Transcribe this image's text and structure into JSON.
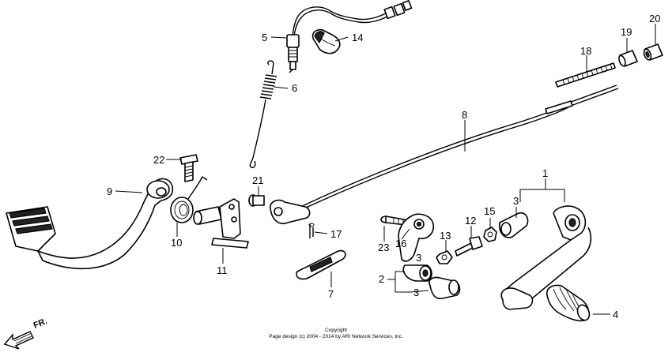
{
  "diagram": {
    "callouts": [
      {
        "id": "c1",
        "label": "1"
      },
      {
        "id": "c2",
        "label": "2"
      },
      {
        "id": "c3a",
        "label": "3"
      },
      {
        "id": "c3b",
        "label": "3"
      },
      {
        "id": "c3c",
        "label": "3"
      },
      {
        "id": "c4",
        "label": "4"
      },
      {
        "id": "c5",
        "label": "5"
      },
      {
        "id": "c6",
        "label": "6"
      },
      {
        "id": "c7",
        "label": "7"
      },
      {
        "id": "c8",
        "label": "8"
      },
      {
        "id": "c9",
        "label": "9"
      },
      {
        "id": "c10",
        "label": "10"
      },
      {
        "id": "c11",
        "label": "11"
      },
      {
        "id": "c12",
        "label": "12"
      },
      {
        "id": "c13",
        "label": "13"
      },
      {
        "id": "c14",
        "label": "14"
      },
      {
        "id": "c15",
        "label": "15"
      },
      {
        "id": "c16",
        "label": "16"
      },
      {
        "id": "c17",
        "label": "17"
      },
      {
        "id": "c18",
        "label": "18"
      },
      {
        "id": "c19",
        "label": "19"
      },
      {
        "id": "c20",
        "label": "20"
      },
      {
        "id": "c21",
        "label": "21"
      },
      {
        "id": "c22",
        "label": "22"
      },
      {
        "id": "c23",
        "label": "23"
      }
    ],
    "direction_label": "FR.",
    "copyright_line1": "Copyright",
    "copyright_line2": "Page design (c) 2004 - 2014 by ARI Network Services, Inc."
  }
}
